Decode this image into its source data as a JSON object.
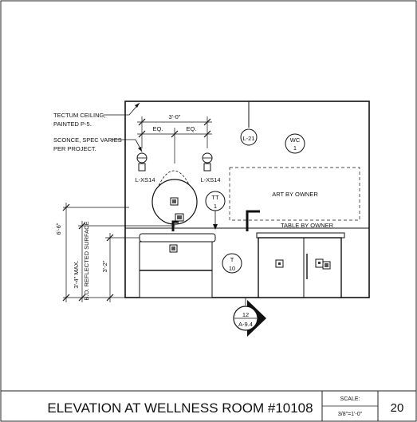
{
  "notes": {
    "ceiling_line1": "TECTUM CEILING,",
    "ceiling_line2": "PAINTED P-5.",
    "sconce_line1": "SCONCE, SPEC VARIES",
    "sconce_line2": "PER PROJECT."
  },
  "dimensions": {
    "sconce_spacing": "3'-0\"",
    "eq_left": "EQ.",
    "eq_right": "EQ.",
    "overall_height": "6'-6\"",
    "max_height": "3'-4\" MAX.",
    "reflected_surface": "B.O. REFLECTED SURFACE",
    "counter_height": "3'-2\""
  },
  "tags": {
    "sconce_left": "L-XS14",
    "sconce_right": "L-XS14",
    "pendant": "L-21",
    "wc_top": "WC",
    "wc_bottom": "1",
    "tt_top": "TT",
    "tt_bottom": "1",
    "t_top": "T",
    "t_bottom": "10"
  },
  "labels": {
    "art": "ART BY OWNER",
    "table": "TABLE BY OWNER"
  },
  "section_marker": {
    "number": "12",
    "sheet": "A-9.4"
  },
  "title_block": {
    "title": "ELEVATION AT WELLNESS ROOM #10108",
    "scale_label": "SCALE:",
    "scale_value": "3/8\"=1'-0\"",
    "detail_number": "20"
  }
}
